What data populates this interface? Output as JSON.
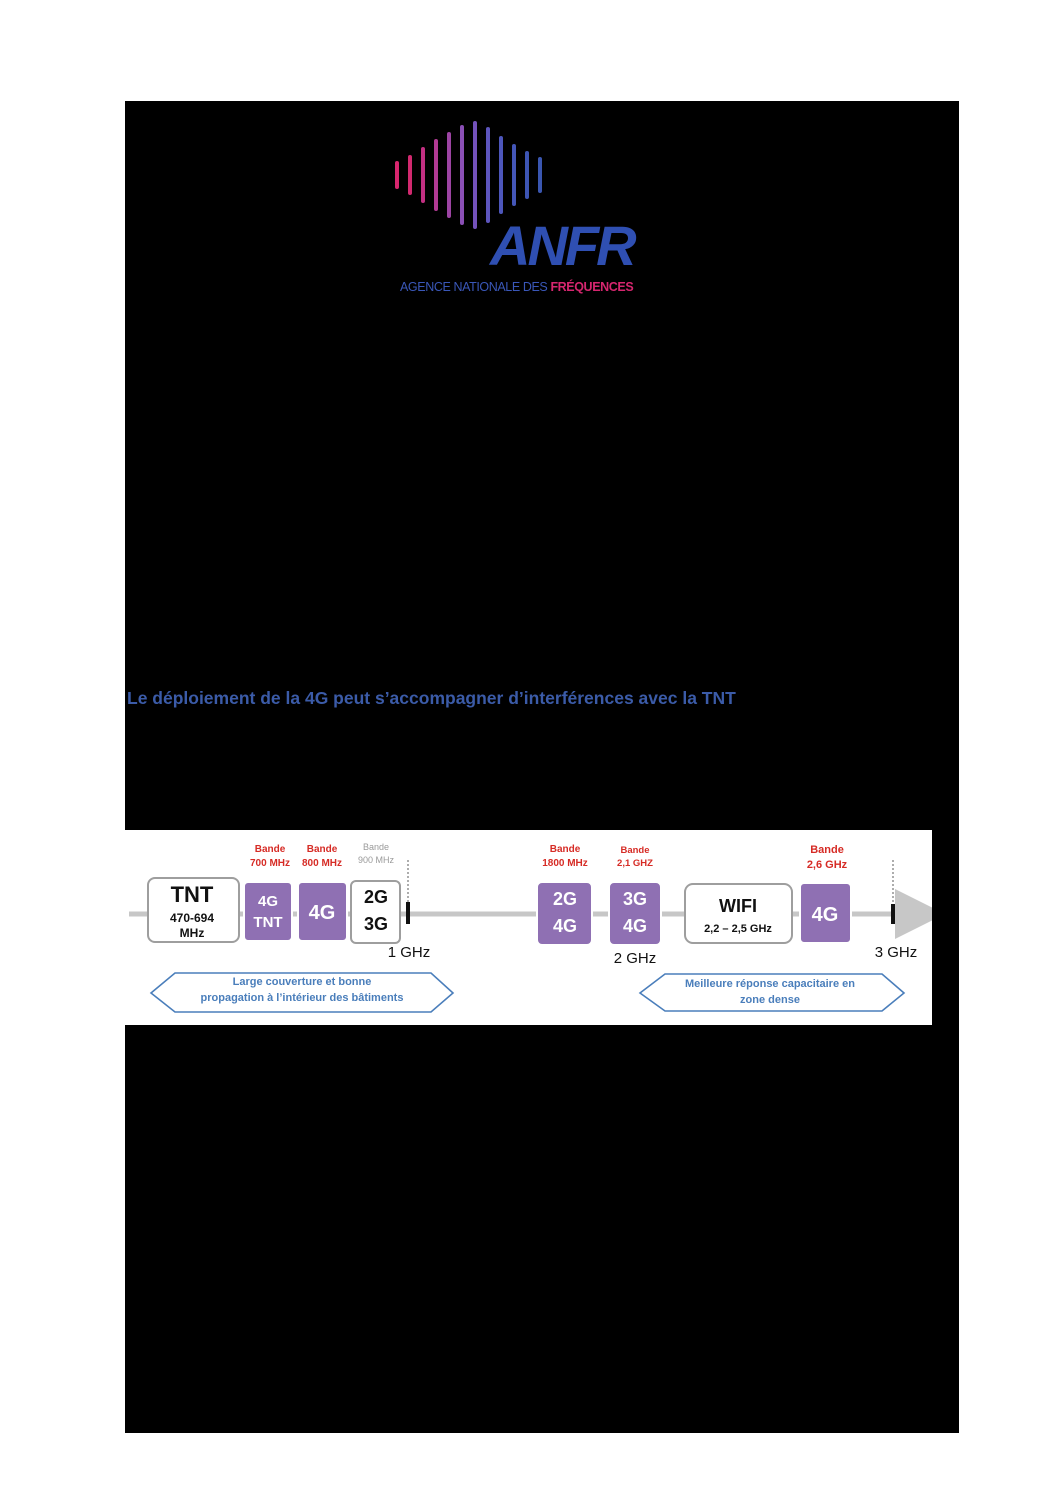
{
  "logo": {
    "brand": "ANFR",
    "tagline_part1": "AGENCE NATIONALE DES ",
    "tagline_part2": "FRÉQUENCES",
    "colors": {
      "blue": "#2f4fb2",
      "pink": "#d6266f",
      "purple": "#8a4fb5"
    }
  },
  "heading": "Le déploiement de la 4G peut s’accompagner d’interférences avec la TNT",
  "diagram": {
    "bands": [
      {
        "l1": "Bande",
        "l2": "700 MHz",
        "style": "red"
      },
      {
        "l1": "Bande",
        "l2": "800 MHz",
        "style": "red"
      },
      {
        "l1": "Bande",
        "l2": "900 MHz",
        "style": "grey"
      },
      {
        "l1": "Bande",
        "l2": "1800 MHz",
        "style": "red"
      },
      {
        "l1": "Bande",
        "l2": "2,1 GHZ",
        "style": "red"
      },
      {
        "l1": "Bande",
        "l2": "2,6 GHz",
        "style": "red"
      }
    ],
    "boxes": {
      "tnt": {
        "title": "TNT",
        "sub1": "470-694",
        "sub2": "MHz"
      },
      "b700": {
        "l1": "4G",
        "l2": "TNT"
      },
      "b800": {
        "l1": "4G"
      },
      "b900": {
        "l1": "2G",
        "l2": "3G"
      },
      "b1800": {
        "l1": "2G",
        "l2": "4G"
      },
      "b2100": {
        "l1": "3G",
        "l2": "4G"
      },
      "wifi": {
        "title": "WIFI",
        "sub": "2,2 – 2,5 GHz"
      },
      "b2600": {
        "l1": "4G"
      }
    },
    "ticks": {
      "one": "1 GHz",
      "two": "2 GHz",
      "three": "3 GHz"
    },
    "callouts": {
      "left1": "Large couverture et bonne",
      "left2": "propagation à l’intérieur des bâtiments",
      "right1": "Meilleure réponse capacitaire en",
      "right2": "zone dense"
    },
    "colors": {
      "purple": "#8f70b3",
      "red": "#d62b25",
      "arrow": "#c7c7c7",
      "callout": "#4a7ebb"
    }
  }
}
